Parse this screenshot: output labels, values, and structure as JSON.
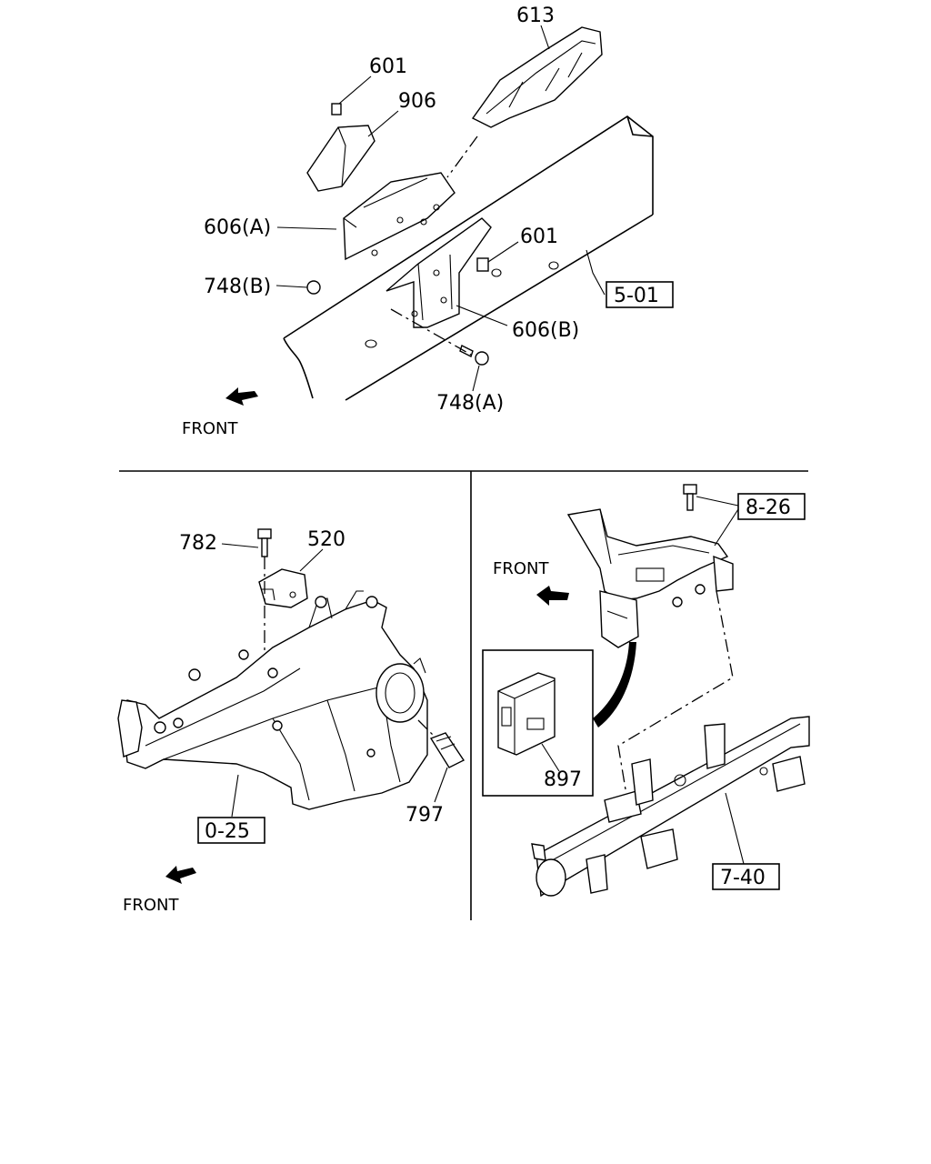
{
  "diagram": {
    "top": {
      "labels": {
        "p613": "613",
        "p601a": "601",
        "p906": "906",
        "p606a": "606(A)",
        "p601b": "601",
        "p748b": "748(B)",
        "p606b": "606(B)",
        "p748a": "748(A)"
      },
      "ref_box": "5-01",
      "front": "FRONT"
    },
    "bottom_left": {
      "labels": {
        "p782": "782",
        "p520": "520",
        "p797": "797"
      },
      "ref_box": "0-25",
      "front": "FRONT"
    },
    "bottom_right": {
      "labels": {
        "p897": "897"
      },
      "ref_boxes": {
        "r826": "8-26",
        "r740": "7-40"
      },
      "front": "FRONT"
    }
  }
}
